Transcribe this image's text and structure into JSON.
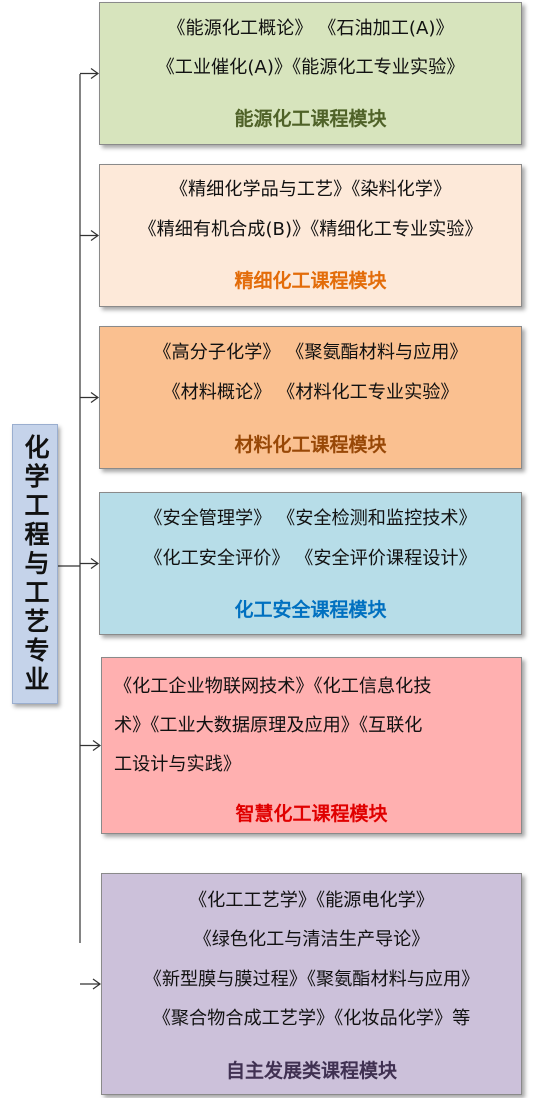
{
  "root": {
    "label": "化学工程与工艺专业"
  },
  "modules": [
    {
      "lines": [
        "《能源化工概论》 《石油加工(A)》",
        "《工业催化(A)》《能源化工专业实验》"
      ],
      "title": "能源化工课程模块",
      "bg": "#d7e4bd",
      "title_color": "#4f6228"
    },
    {
      "lines": [
        "《精细化学品与工艺》《染料化学》",
        "《精细有机合成(B)》《精细化工专业实验》"
      ],
      "title": "精细化工课程模块",
      "bg": "#fde9d9",
      "title_color": "#e36c09"
    },
    {
      "lines": [
        "《高分子化学》 《聚氨酯材料与应用》",
        "《材料概论》 《材料化工专业实验》"
      ],
      "title": "材料化工课程模块",
      "bg": "#fac090",
      "title_color": "#984807"
    },
    {
      "lines": [
        "《安全管理学》 《安全检测和监控技术》",
        "《化工安全评价》 《安全评价课程设计》"
      ],
      "title": "化工安全课程模块",
      "bg": "#b7dde8",
      "title_color": "#0070c0"
    },
    {
      "lines": [
        "《化工企业物联网技术》《化工信息化技",
        "术》《工业大数据原理及应用》《互联化",
        "工设计与实践》"
      ],
      "title": "智慧化工课程模块",
      "bg": "#ffb0b0",
      "title_color": "#e00000"
    },
    {
      "lines": [
        "《化工工艺学》《能源电化学》",
        "《绿色化工与清洁生产导论》",
        "《新型膜与膜过程》《聚氨酯材料与应用》",
        "《聚合物合成工艺学》《化妆品化学》等"
      ],
      "title": "自主发展类课程模块",
      "bg": "#ccc1da",
      "title_color": "#403152"
    }
  ]
}
